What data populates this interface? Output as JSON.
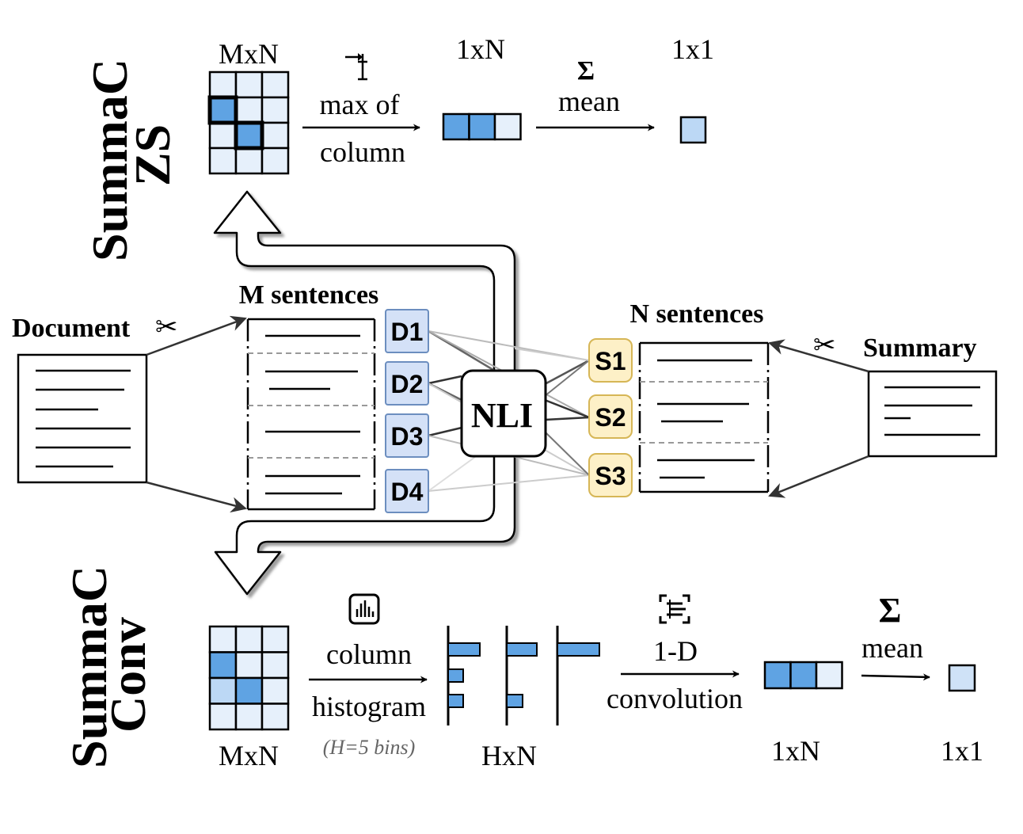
{
  "colors": {
    "cell_strong": "#5fa3e3",
    "cell_mid": "#bcd8f5",
    "cell_light": "#e6f0fb",
    "d_box_fill": "#d4e1f7",
    "d_box_stroke": "#6c8ebf",
    "s_box_fill": "#fdf0c7",
    "s_box_stroke": "#d6b656",
    "line": "#000000"
  },
  "zs": {
    "title_line1": "SummaC",
    "title_line2": "ZS",
    "matrix_label": "MxN",
    "step1_label_line1": "max of",
    "step1_label_line2": "column",
    "step1_icon": "max-arrow-icon",
    "vector_label": "1xN",
    "step2_label": "mean",
    "step2_icon": "Σ",
    "scalar_label": "1x1"
  },
  "middle": {
    "document_label": "Document",
    "summary_label": "Summary",
    "m_sentences_label": "M sentences",
    "n_sentences_label": "N sentences",
    "nli_label": "NLI",
    "doc_chunks": [
      "D1",
      "D2",
      "D3",
      "D4"
    ],
    "summary_chunks": [
      "S1",
      "S2",
      "S3"
    ],
    "scissors_icon": "✂"
  },
  "conv": {
    "title_line1": "SummaC",
    "title_line2": "Conv",
    "matrix_label": "MxN",
    "step1_label_line1": "column",
    "step1_label_line2": "histogram",
    "step1_note": "(H=5 bins)",
    "step1_icon": "histogram-icon",
    "hist_label": "HxN",
    "step2_label_line1": "1-D",
    "step2_label_line2": "convolution",
    "step2_icon": "convolution-icon",
    "vector_label": "1xN",
    "step3_label": "mean",
    "step3_icon": "Σ",
    "scalar_label": "1x1"
  }
}
